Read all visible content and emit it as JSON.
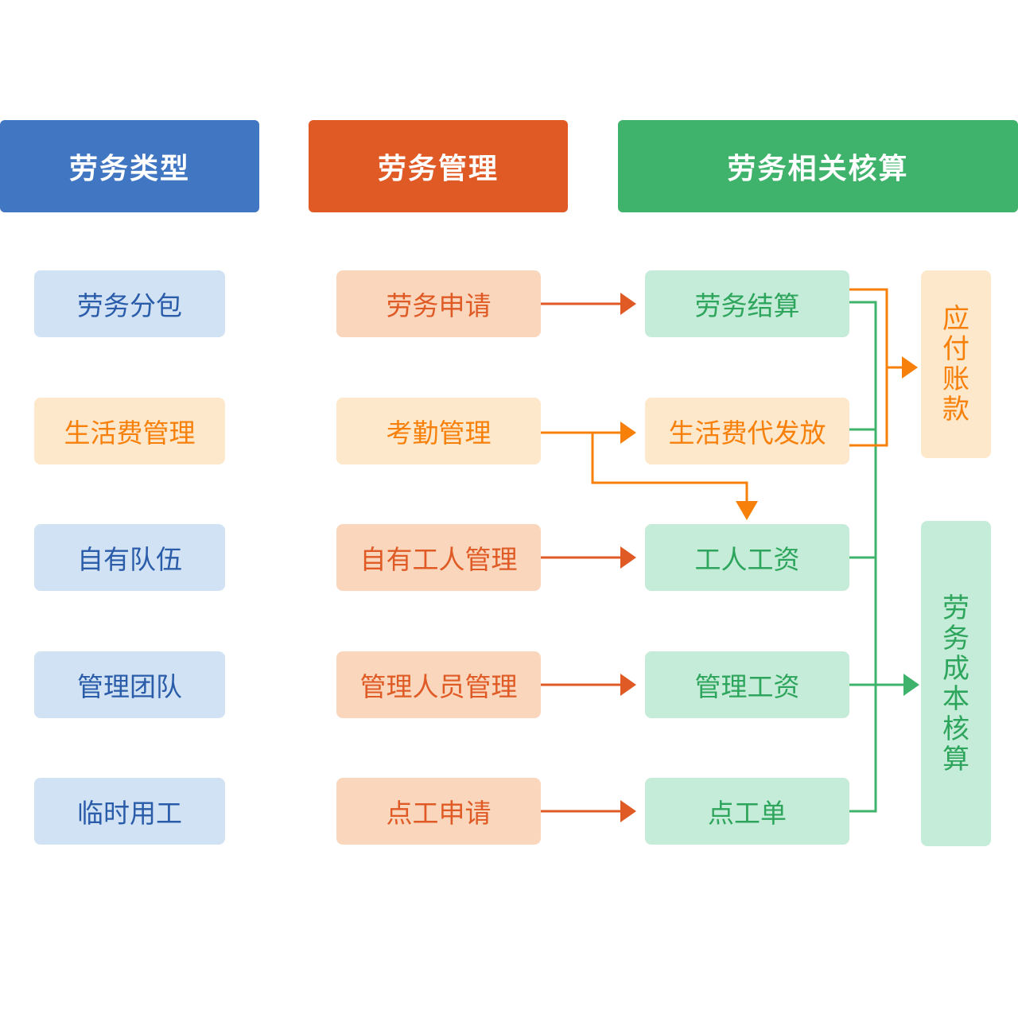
{
  "colors": {
    "header_blue": "#4176c2",
    "header_orange": "#e05a25",
    "header_green": "#3fb36b",
    "arrow_red_orange": "#e05a25",
    "arrow_orange": "#f7800a",
    "line_green": "#3fb36b"
  },
  "headers": {
    "types": "劳务类型",
    "management": "劳务管理",
    "accounting": "劳务相关核算"
  },
  "types": [
    {
      "label": "劳务分包"
    },
    {
      "label": "生活费管理"
    },
    {
      "label": "自有队伍"
    },
    {
      "label": "管理团队"
    },
    {
      "label": "临时用工"
    }
  ],
  "management": [
    {
      "label": "劳务申请"
    },
    {
      "label": "考勤管理"
    },
    {
      "label": "自有工人管理"
    },
    {
      "label": "管理人员管理"
    },
    {
      "label": "点工申请"
    }
  ],
  "accounting": [
    {
      "label": "劳务结算"
    },
    {
      "label": "生活费代发放"
    },
    {
      "label": "工人工资"
    },
    {
      "label": "管理工资"
    },
    {
      "label": "点工单"
    }
  ],
  "targets": {
    "payable": [
      "应",
      "付",
      "账",
      "款"
    ],
    "cost": [
      "劳",
      "务",
      "成",
      "本",
      "核",
      "算"
    ]
  },
  "flows": [
    {
      "from": "劳务申请",
      "to": "劳务结算"
    },
    {
      "from": "考勤管理",
      "to": "生活费代发放"
    },
    {
      "from": "考勤管理",
      "to": "工人工资"
    },
    {
      "from": "自有工人管理",
      "to": "工人工资"
    },
    {
      "from": "管理人员管理",
      "to": "管理工资"
    },
    {
      "from": "点工申请",
      "to": "点工单"
    },
    {
      "from": [
        "劳务结算",
        "生活费代发放"
      ],
      "to": "应付账款"
    },
    {
      "from": [
        "劳务结算",
        "生活费代发放",
        "工人工资",
        "管理工资",
        "点工单"
      ],
      "to": "劳务成本核算"
    }
  ]
}
